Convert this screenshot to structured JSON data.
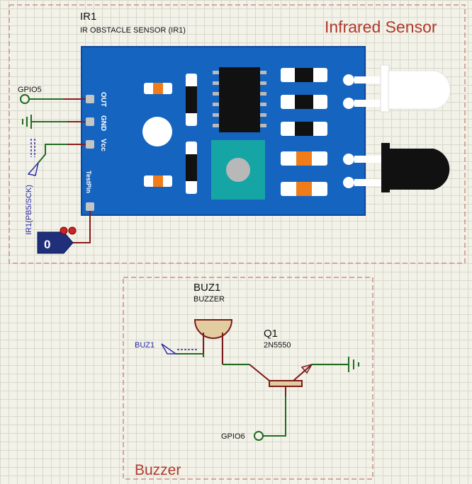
{
  "ir_section": {
    "title": "Infrared Sensor",
    "ref": "IR1",
    "value": "IR OBSTACLE SENSOR (IR1)",
    "pins": [
      "OUT",
      "GND",
      "Vcc",
      "TestPin"
    ],
    "gpio_label": "GPIO5",
    "clock_label": "IR1(PB5/SCK)",
    "logic_state": "0"
  },
  "buzzer_section": {
    "title": "Buzzer",
    "buzzer_ref": "BUZ1",
    "buzzer_value": "BUZZER",
    "input_label": "BUZ1",
    "transistor_ref": "Q1",
    "transistor_value": "2N5550",
    "gpio_label": "GPIO6"
  },
  "colors": {
    "title_red": "#b03a2e",
    "wire_red": "#8b1a1a",
    "wire_green": "#1f6b1f",
    "board_blue": "#1565c0",
    "label_blue": "#2c2ca8",
    "logic_navy": "#1f2f7a"
  }
}
